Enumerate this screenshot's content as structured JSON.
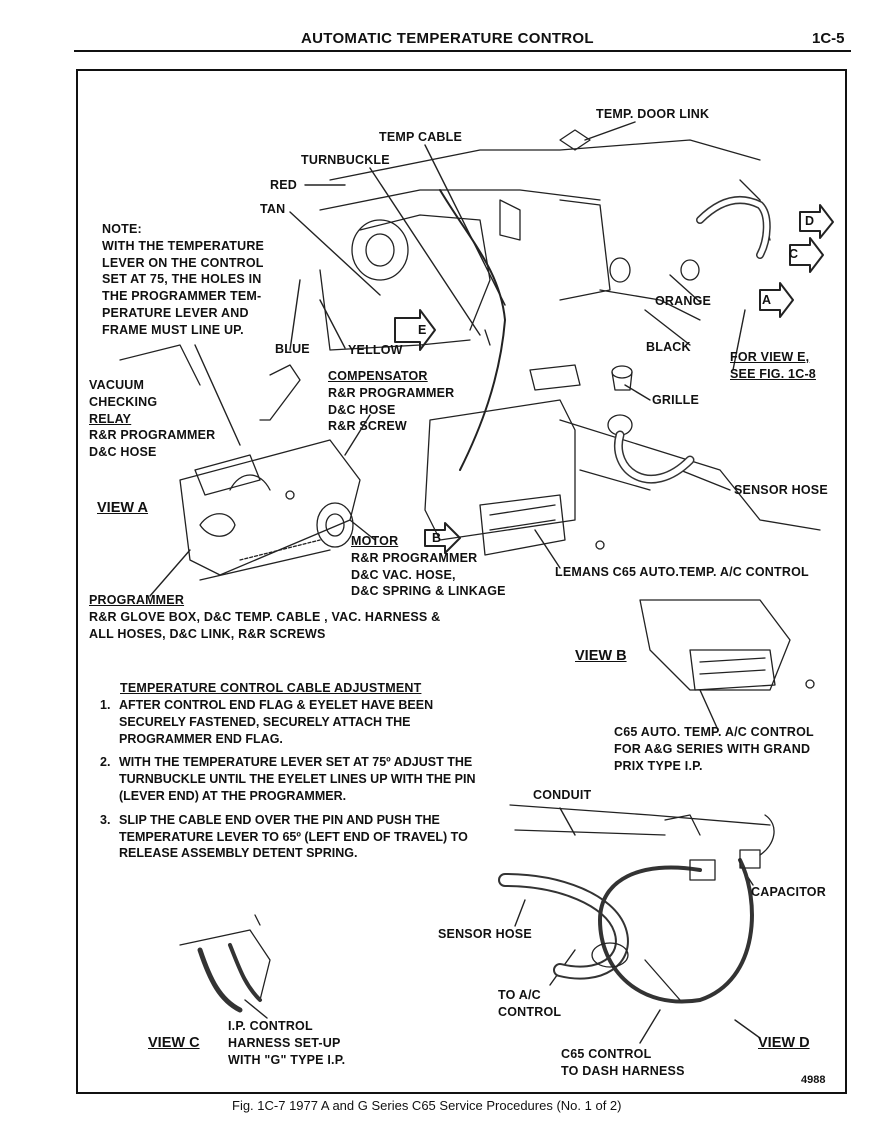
{
  "header": {
    "title": "AUTOMATIC TEMPERATURE CONTROL",
    "page": "1C-5"
  },
  "labels": {
    "temp_door_link": "TEMP. DOOR LINK",
    "temp_cable": "TEMP CABLE",
    "turnbuckle": "TURNBUCKLE",
    "red": "RED",
    "tan": "TAN",
    "orange": "ORANGE",
    "black": "BLACK",
    "blue": "BLUE",
    "yellow": "YELLOW",
    "grille": "GRILLE",
    "sensor_hose": "SENSOR HOSE",
    "conduit": "CONDUIT",
    "capacitor": "CAPACITOR",
    "sensor_hose_d": "SENSOR HOSE",
    "lemans": "LEMANS C65 AUTO.TEMP. A/C CONTROL",
    "callout_a": "A",
    "callout_b": "B",
    "callout_c": "C",
    "callout_d": "D",
    "callout_e": "E"
  },
  "note": [
    "NOTE:",
    "WITH THE TEMPERATURE",
    "LEVER ON THE CONTROL",
    "SET AT 75, THE HOLES IN",
    "THE PROGRAMMER TEM-",
    "PERATURE LEVER AND",
    "FRAME MUST LINE UP."
  ],
  "for_view_e": [
    "FOR VIEW E,",
    "SEE FIG. 1C-8"
  ],
  "vacuum_relay": [
    "VACUUM",
    "CHECKING",
    "RELAY",
    "R&R PROGRAMMER",
    "D&C HOSE"
  ],
  "compensator": [
    "COMPENSATOR",
    "R&R PROGRAMMER",
    "D&C HOSE",
    "R&R SCREW"
  ],
  "motor": [
    "MOTOR",
    "R&R PROGRAMMER",
    "D&C VAC. HOSE,",
    "D&C SPRING & LINKAGE"
  ],
  "programmer": [
    "PROGRAMMER",
    "R&R GLOVE BOX, D&C TEMP. CABLE , VAC. HARNESS &",
    "ALL HOSES, D&C LINK, R&R SCREWS"
  ],
  "view_labels": {
    "a": "VIEW A",
    "b": "VIEW B",
    "c": "VIEW C",
    "d": "VIEW D"
  },
  "c65_grand_prix": [
    "C65 AUTO. TEMP. A/C CONTROL",
    "FOR A&G SERIES WITH GRAND",
    "PRIX TYPE I.P."
  ],
  "ip_harness": [
    "I.P. CONTROL",
    "HARNESS SET-UP",
    "WITH \"G\" TYPE I.P."
  ],
  "to_ac_control": [
    "TO A/C",
    "CONTROL"
  ],
  "c65_dash": [
    "C65 CONTROL",
    "TO DASH HARNESS"
  ],
  "adjustment": {
    "title": "TEMPERATURE CONTROL CABLE ADJUSTMENT",
    "steps": [
      {
        "num": "1.",
        "text": "AFTER CONTROL END FLAG & EYELET HAVE BEEN SECURELY FASTENED, SECURELY ATTACH THE PROGRAMMER END FLAG."
      },
      {
        "num": "2.",
        "text": "WITH THE TEMPERATURE LEVER SET AT 75º ADJUST THE TURNBUCKLE UNTIL THE EYELET LINES UP WITH THE PIN (LEVER END) AT THE PROGRAMMER."
      },
      {
        "num": "3.",
        "text": "SLIP THE CABLE END OVER THE PIN AND PUSH THE TEMPERATURE LEVER TO 65º (LEFT END OF TRAVEL) TO RELEASE ASSEMBLY DETENT SPRING."
      }
    ]
  },
  "figure_number": "4988",
  "caption": "Fig. 1C-7 1977 A and G Series C65 Service Procedures (No. 1 of 2)"
}
